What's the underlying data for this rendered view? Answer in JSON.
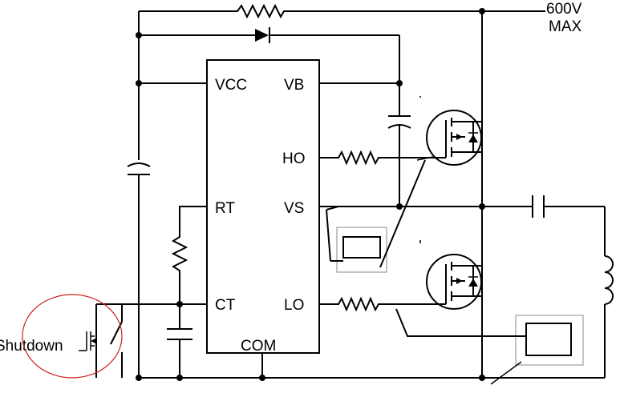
{
  "ic": {
    "pins": {
      "vcc": "VCC",
      "vb": "VB",
      "ho": "HO",
      "rt": "RT",
      "vs": "VS",
      "ct": "CT",
      "lo": "LO",
      "com": "COM"
    }
  },
  "supply": {
    "line1": "600V",
    "line2": "MAX"
  },
  "shutdown": {
    "label": "Shutdown"
  },
  "colors": {
    "wire": "#000000",
    "highlight_circle": "#cc2222",
    "probe_box": "#888888"
  }
}
